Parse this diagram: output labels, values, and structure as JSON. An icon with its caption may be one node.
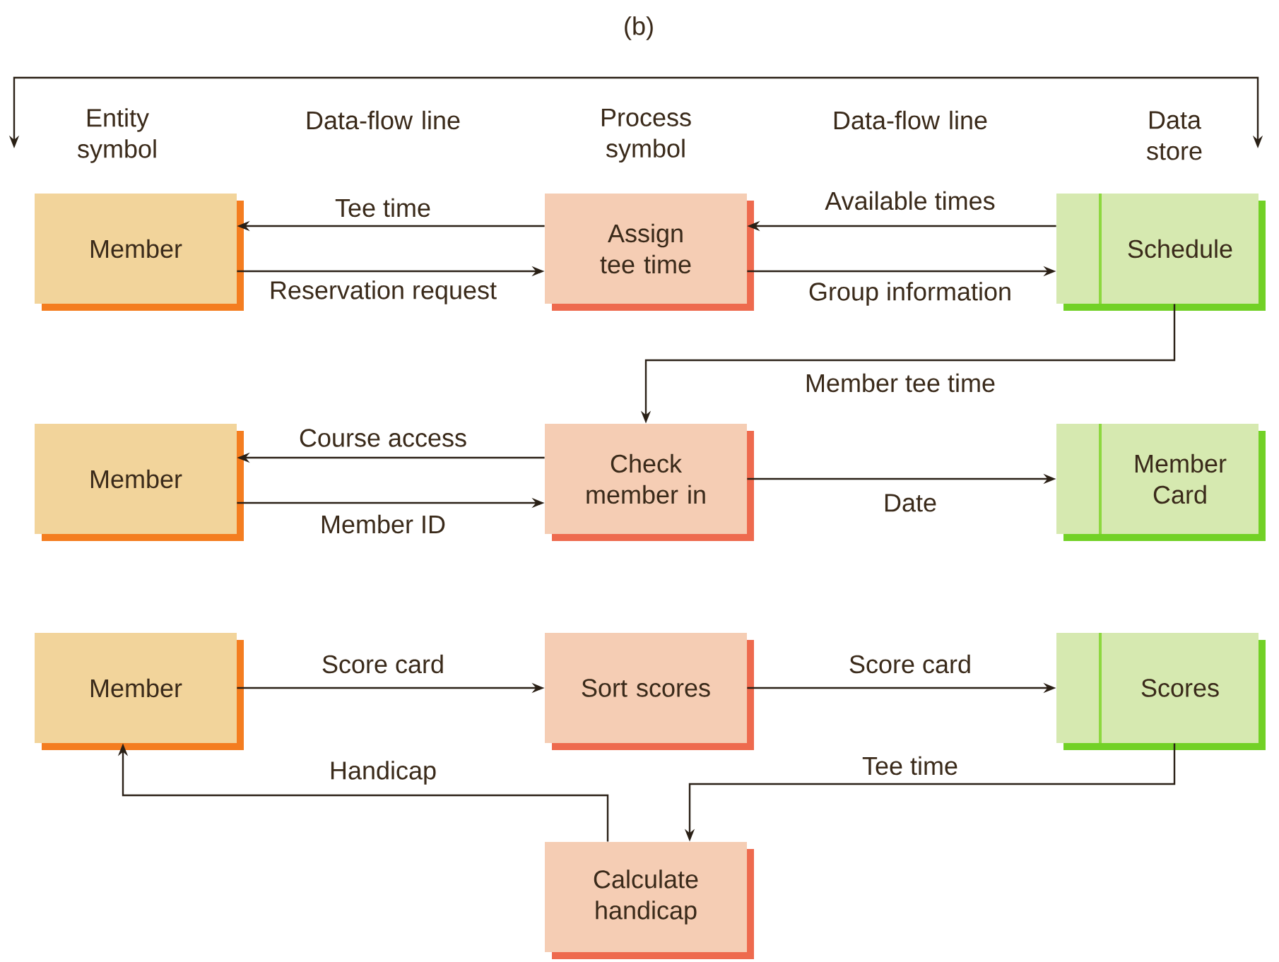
{
  "diagram": {
    "title": "(b)",
    "nodes": [
      {
        "text": [
          "Member"
        ]
      },
      {
        "text": [
          "Assign tee time"
        ]
      },
      {
        "text": [
          "Schedule"
        ]
      },
      {
        "text": [
          "Member"
        ]
      },
      {
        "text": [
          "Check member in"
        ]
      },
      {
        "text": [
          "Member Card"
        ]
      },
      {
        "text": [
          "Member"
        ]
      },
      {
        "text": [
          "Sort scores"
        ]
      },
      {
        "text": [
          "Scores"
        ]
      },
      {
        "text": [
          "Calculate handicap"
        ]
      }
    ],
    "edges": [
      {
        "from": 1,
        "to": 0,
        "arrow": "to",
        "label": "Tee time"
      },
      {
        "from": 0,
        "to": 1,
        "arrow": "to",
        "label": "Reservation request"
      },
      {
        "from": 2,
        "to": 1,
        "arrow": "to",
        "label": "Available times"
      },
      {
        "from": 1,
        "to": 2,
        "arrow": "to",
        "label": "Group information"
      },
      {
        "from": 2,
        "to": 4,
        "arrow": "to",
        "label": "Member tee time"
      },
      {
        "from": 4,
        "to": 3,
        "arrow": "to",
        "label": "Course access"
      },
      {
        "from": 3,
        "to": 4,
        "arrow": "to",
        "label": "Member ID"
      },
      {
        "from": 4,
        "to": 5,
        "arrow": "to",
        "label": "Date"
      },
      {
        "from": 6,
        "to": 7,
        "arrow": "to",
        "label": "Score card"
      },
      {
        "from": 7,
        "to": 8,
        "arrow": "to",
        "label": "Score card"
      },
      {
        "from": 8,
        "to": 9,
        "arrow": "to",
        "label": "Tee time"
      },
      {
        "from": 9,
        "to": 6,
        "arrow": "to",
        "label": "Handicap"
      }
    ],
    "labels": [
      "Entity symbol",
      "Data-flow line",
      "Process symbol",
      "Data-flow line",
      "Data store"
    ]
  }
}
